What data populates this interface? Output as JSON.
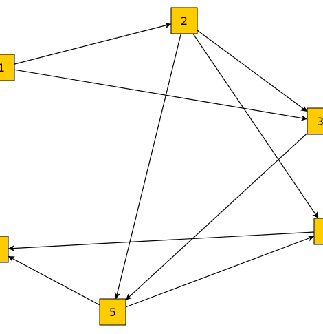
{
  "colors": {
    "node_fill": "#FFCC00",
    "node_stroke": "#000000",
    "edge": "#000000",
    "background": "#FFFFFF"
  },
  "nodes": [
    {
      "id": "n1",
      "label": "1"
    },
    {
      "id": "n2",
      "label": "2"
    },
    {
      "id": "n3",
      "label": "3"
    },
    {
      "id": "n4",
      "label": ""
    },
    {
      "id": "n5",
      "label": "5"
    },
    {
      "id": "n6",
      "label": ""
    }
  ],
  "edges": [
    {
      "from": "n1",
      "to": "n2"
    },
    {
      "from": "n1",
      "to": "n3"
    },
    {
      "from": "n2",
      "to": "n3"
    },
    {
      "from": "n2",
      "to": "n4"
    },
    {
      "from": "n2",
      "to": "n5"
    },
    {
      "from": "n3",
      "to": "n5"
    },
    {
      "from": "n5",
      "to": "n4"
    },
    {
      "from": "n5",
      "to": "n6"
    },
    {
      "from": "n4",
      "to": "n6"
    }
  ]
}
